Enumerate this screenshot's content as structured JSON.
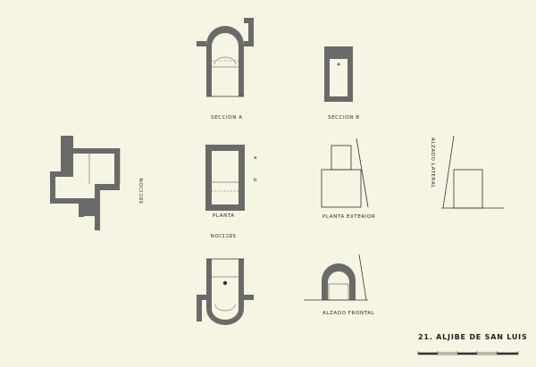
{
  "labels": {
    "seccion_a": "SECCION A",
    "seccion_b": "SECCION B",
    "alzado_lateral": "ALZADO LATERAL",
    "seccion_left": "SECCION",
    "planta": "PLANTA",
    "planta_exterior": "PLANTA EXTERIOR",
    "seccion_inverted": "SECCION",
    "alzado_frontal": "ALZADO FRONTAL",
    "title": "21. ALJIBE DE SAN LUIS"
  }
}
